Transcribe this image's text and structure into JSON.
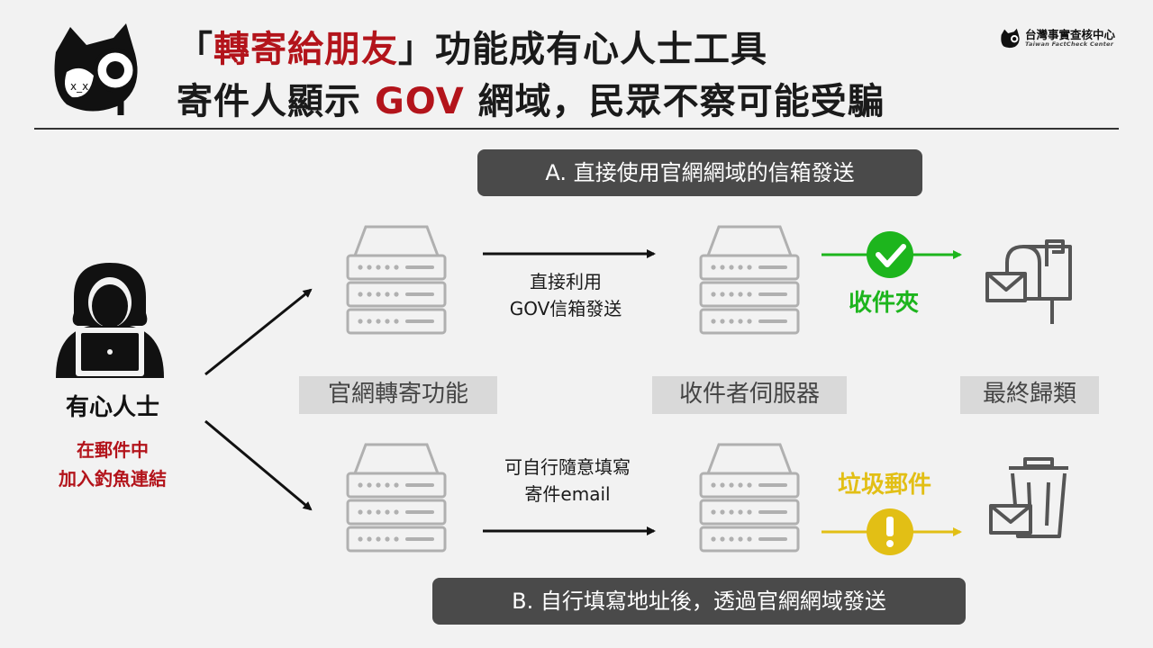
{
  "title": {
    "line1_quote_open": "「",
    "line1_highlight": "轉寄給朋友",
    "line1_rest": "」功能成有心人士工具",
    "line2_before": "寄件人顯示 ",
    "line2_highlight": "GOV",
    "line2_after": " 網域，民眾不察可能受騙"
  },
  "brand": {
    "name": "台灣事實查核中心",
    "subtitle": "Taiwan FactCheck Center"
  },
  "banners": {
    "a": "A. 直接使用官網網域的信箱發送",
    "b": "B. 自行填寫地址後，透過官網網域發送"
  },
  "actor": {
    "label": "有心人士",
    "note_line1": "在郵件中",
    "note_line2": "加入釣魚連結"
  },
  "stages": {
    "forward_feature": "官網轉寄功能",
    "receiver_server": "收件者伺服器",
    "final_category": "最終歸類"
  },
  "flows": {
    "a_line1": "直接利用",
    "a_line2": "GOV信箱發送",
    "b_line1": "可自行隨意填寫",
    "b_line2": "寄件email"
  },
  "results": {
    "inbox": "收件夾",
    "spam": "垃圾郵件"
  },
  "icons": {
    "mascot": "cat-magnifier-icon",
    "hacker": "hacker-icon",
    "server": "server-icon",
    "check": "check-circle-icon",
    "warning": "warning-circle-icon",
    "mailbox": "mailbox-icon",
    "trash": "trash-can-icon"
  },
  "colors": {
    "highlight_red": "#b3141b",
    "inbox_green": "#1db51d",
    "spam_yellow": "#e2bf15",
    "banner_gray": "#4a4a4a",
    "server_gray": "#b0b0b0",
    "icon_dark": "#555555"
  }
}
